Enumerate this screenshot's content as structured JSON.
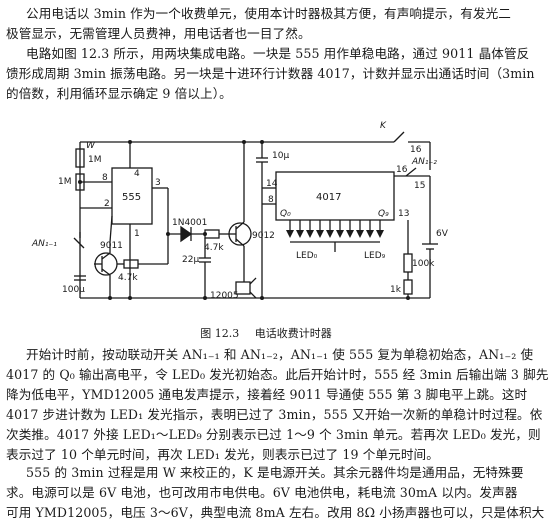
{
  "intro": {
    "lines": [
      "公用电话以 3min 作为一个收费单元，使用本计时器极其方便，有声响提示，有发光二",
      "极管显示，无需管理人员费神，用电话者也一目了然。"
    ]
  },
  "circuit_desc": {
    "lines": [
      "电路如图 12.3 所示，用两块集成电路。一块是 555 用作单稳电路，通过 9011 晶体管反",
      "馈形成周期 3min 振荡电路。另一块是十进环行计数器 4017，计数并显示出通话时间（3min",
      "的倍数，利用循环显示确定 9 倍以上）。"
    ]
  },
  "figure": {
    "labels": {
      "W": "W",
      "W_val": "1M",
      "R1": "1M",
      "ic555": "555",
      "ic4017": "4017",
      "diode": "1N4001",
      "an1": "AN₁₋₁",
      "an2": "AN₁₋₂",
      "t9011": "9011",
      "t9012": "9012",
      "c100": "100μ",
      "r47a": "4.7k",
      "r47b": "4.7k",
      "c22": "22μ",
      "c10": "10μ",
      "buzzer": "12005",
      "k": "K",
      "v6": "6V",
      "r100k": "100k",
      "r1k": "1k",
      "q0": "Q₀",
      "q9": "Q₉",
      "led0": "LED₀",
      "led9": "LED₉",
      "p8a": "8",
      "p4": "4",
      "p3": "3",
      "p2": "2",
      "p1": "1",
      "p14": "14",
      "p8b": "8",
      "p16a": "16",
      "p16b": "16",
      "p15": "15",
      "p13": "13"
    }
  },
  "caption": {
    "number": "图 12.3",
    "title": "电话收费计时器"
  },
  "operation": {
    "lines": [
      "开始计时前，按动联动开关 AN₁₋₁ 和 AN₁₋₂，AN₁₋₁ 使 555 复为单稳初始态，AN₁₋₂ 使",
      "4017 的 Q₀ 输出高电平，令 LED₀ 发光初始态。此后开始计时，555 经 3min 后输出端 3 脚先",
      "降为低电平，YMD12005 通电发声提示，接着经 9011 导通使 555 第 3 脚电平上跳。这时",
      "4017 步进计数为 LED₁ 发光指示，表明已过了 3min，555 又开始一次新的单稳计时过程。依",
      "次类推。4017 外接 LED₁～LED₉ 分别表示已过 1～9 个 3min 单元。若再次 LED₀ 发光，则",
      "表示过了 10 个单元时间，再次 LED₁ 发光，则表示已过了 19 个单元时间。"
    ]
  },
  "notes": {
    "lines": [
      "555 的 3min 过程是用 W 来校正的，K 是电源开关。其余元器件均是通用品，无特殊要",
      "求。电源可以是 6V 电池，也可改用市电供电。6V 电池供电，耗电流 30mA 以内。发声器",
      "可用 YMD12005，电压 3～6V，典型电流 8mA 左右。改用 8Ω 小扬声器也可以，只是体积大"
    ]
  }
}
